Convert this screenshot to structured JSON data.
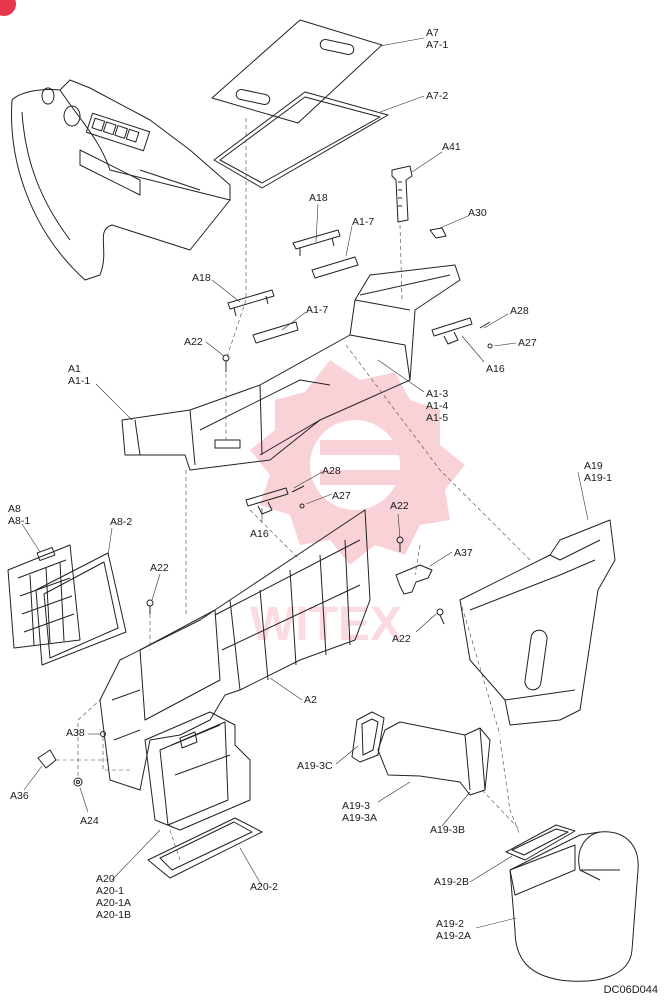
{
  "watermark": {
    "text": "WITEX",
    "color": "#e8384f"
  },
  "drawing_code": "DC06D044",
  "labels": {
    "a7": [
      "A7",
      "A7-1"
    ],
    "a7_2": "A7-2",
    "a41": "A41",
    "a18_top": "A18",
    "a1_7_top": "A1-7",
    "a30": "A30",
    "a18_left": "A18",
    "a1_7_mid": "A1-7",
    "a28_right": "A28",
    "a27_right": "A27",
    "a16_right": "A16",
    "a22_top": "A22",
    "a1": [
      "A1",
      "A1-1"
    ],
    "a1_3": [
      "A1-3",
      "A1-4",
      "A1-5"
    ],
    "a19": [
      "A19",
      "A19-1"
    ],
    "a28_mid": "A28",
    "a27_mid": "A27",
    "a16_mid": "A16",
    "a22_mid": "A22",
    "a37": "A37",
    "a8": [
      "A8",
      "A8-1"
    ],
    "a8_2": "A8-2",
    "a22_left": "A22",
    "a22_right": "A22",
    "a2": "A2",
    "a38": "A38",
    "a36": "A36",
    "a24": "A24",
    "a19_3c": "A19-3C",
    "a19_3": [
      "A19-3",
      "A19-3A"
    ],
    "a19_3b": "A19-3B",
    "a20": [
      "A20",
      "A20-1",
      "A20-1A",
      "A20-1B"
    ],
    "a20_2": "A20-2",
    "a19_2b": "A19-2B",
    "a19_2": [
      "A19-2",
      "A19-2A"
    ]
  }
}
